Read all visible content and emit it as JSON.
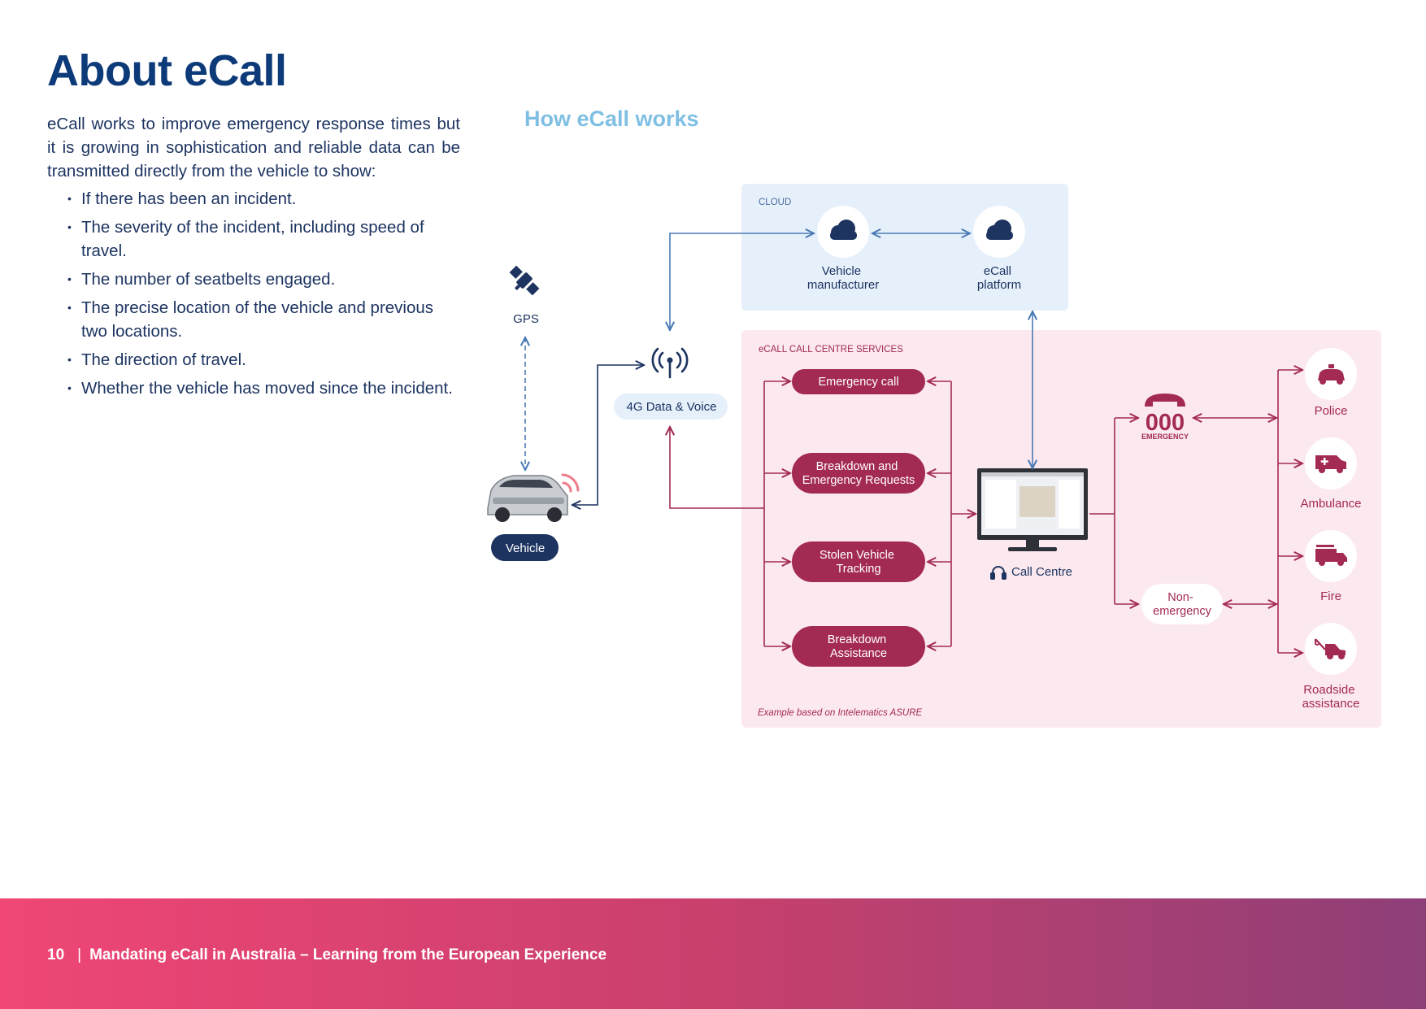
{
  "page": {
    "title": "About eCall",
    "intro": "eCall works to improve emergency response times but it is growing in sophistication and reliable data can be transmitted directly from the vehicle to show:",
    "bullets": [
      "If there has been an incident.",
      "The severity of the incident, including speed of travel.",
      "The number of seatbelts engaged.",
      "The precise location of the vehicle and previous two locations.",
      "The direction of travel.",
      "Whether the vehicle has moved since the incident."
    ]
  },
  "diagram": {
    "title": "How eCall works",
    "cloud_label": "CLOUD",
    "vehicle_manufacturer": [
      "Vehicle",
      "manufacturer"
    ],
    "ecall_platform": [
      "eCall",
      "platform"
    ],
    "gps_label": "GPS",
    "network_label": "4G Data & Voice",
    "vehicle_label": "Vehicle",
    "services_label": "eCALL CALL CENTRE SERVICES",
    "services": [
      [
        "Emergency call"
      ],
      [
        "Breakdown and",
        "Emergency Requests"
      ],
      [
        "Stolen Vehicle",
        "Tracking"
      ],
      [
        "Breakdown",
        "Assistance"
      ]
    ],
    "call_centre_label": "Call Centre",
    "emergency_number": "000",
    "emergency_word": "EMERGENCY",
    "non_emergency": [
      "Non-",
      "emergency"
    ],
    "responders": [
      {
        "label": [
          "Police"
        ],
        "icon": "police-car-icon"
      },
      {
        "label": [
          "Ambulance"
        ],
        "icon": "ambulance-icon"
      },
      {
        "label": [
          "Fire"
        ],
        "icon": "fire-truck-icon"
      },
      {
        "label": [
          "Roadside",
          "assistance"
        ],
        "icon": "tow-truck-icon"
      }
    ],
    "example_note": "Example based on Intelematics ASURE"
  },
  "footer": {
    "page_number": "10",
    "separator": "|",
    "document_title": "Mandating eCall in Australia – Learning from the European Experience"
  },
  "colors": {
    "navy": "#0d3a78",
    "text": "#1d3461",
    "light_blue_title": "#7fbfe3",
    "cloud_bg": "#e6f0fb",
    "services_bg": "#fce9ef",
    "crimson": "#a32a52",
    "blue_arrow": "#4a7ab5"
  }
}
